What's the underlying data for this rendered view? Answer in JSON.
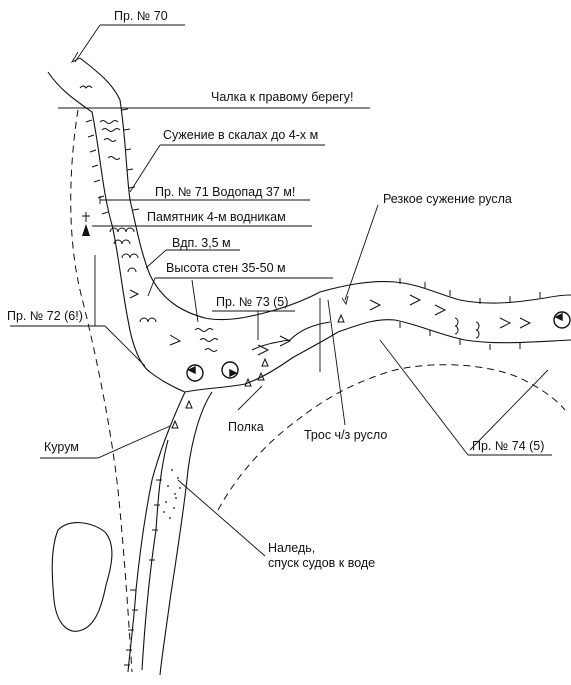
{
  "labels": {
    "pr70": "Пр. № 70",
    "chalka": "Чалка к правому берегу!",
    "suzhenie_skaly": "Сужение в скалах до 4-х м",
    "pr71": "Пр. № 71 Водопад 37 м!",
    "pamyatnik": "Памятник 4-м водникам",
    "vdp": "Вдп. 3,5 м",
    "vysota": "Высота стен 35-50 м",
    "pr72": "Пр. № 72 (6!)",
    "pr73": "Пр. № 73 (5)",
    "rezkoe": "Резкое сужение русла",
    "polka": "Полка",
    "tros": "Трос ч/з русло",
    "kurum": "Курум",
    "pr74": "Пр. № 74 (5)",
    "naled_line1": "Наледь,",
    "naled_line2": "спуск судов к воде"
  },
  "colors": {
    "ink": "#111111",
    "background": "#ffffff"
  },
  "icons": [
    "monument-icon",
    "whirlpool-icon",
    "rapids-icon",
    "rock-icon"
  ]
}
